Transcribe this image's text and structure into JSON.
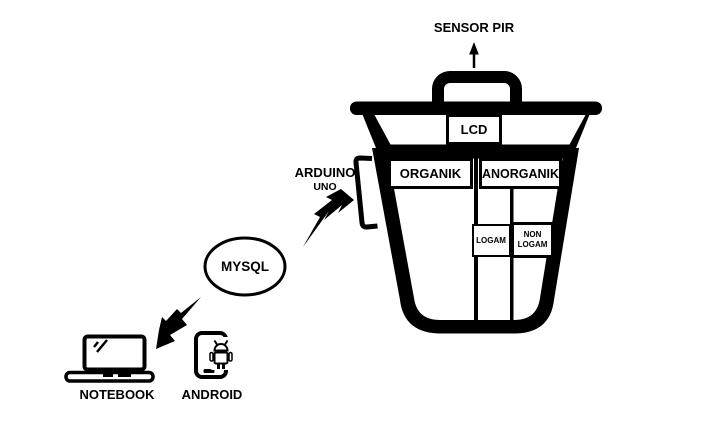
{
  "diagram": {
    "colors": {
      "ink": "#000000",
      "background": "#ffffff"
    },
    "sensor": {
      "label": "SENSOR PIR"
    },
    "bin": {
      "lcd_label": "LCD",
      "compartment_organik": "ORGANIK",
      "compartment_anorganik": "ANORGANIK",
      "sub_logam": "LOGAM",
      "sub_non_logam": "NON LOGAM"
    },
    "controller": {
      "label": "ARDUINO",
      "model": "UNO"
    },
    "database": {
      "label": "MYSQL"
    },
    "clients": {
      "notebook": "NOTEBOOK",
      "android": "ANDROID"
    }
  }
}
